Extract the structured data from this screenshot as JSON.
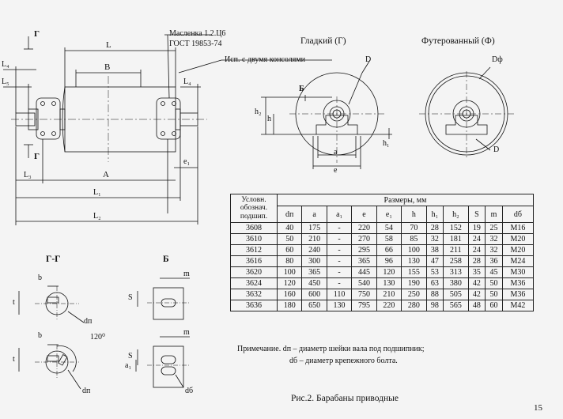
{
  "section_marks": {
    "g_top": "Г",
    "g_bottom": "Г",
    "b_view": "Б"
  },
  "annotations": {
    "oiler_line1": "Масленка 1.2.Ц6",
    "oiler_line2": "ГОСТ 19853-74",
    "two_consoles": "Исп. с двумя консолями"
  },
  "dims": {
    "L": "L",
    "B": "B",
    "L4_left": "L₄",
    "L5": "L₅",
    "L4_right": "L₄",
    "e1": "e₁",
    "L3": "L₃",
    "A": "A",
    "L1": "L₁",
    "L2": "L₂",
    "D_smooth": "D",
    "h2": "h₂",
    "h": "h",
    "h1": "h₁",
    "a": "a",
    "e": "e",
    "Df": "Dф",
    "D_lined": "D",
    "b1": "b",
    "t1": "t",
    "dp1": "dп",
    "b2": "b",
    "t2": "t",
    "angle": "120⁰",
    "dp2": "dп",
    "S1": "S",
    "m1": "m",
    "S2": "S",
    "m2": "m",
    "a1": "a₁",
    "db": "dб"
  },
  "views": {
    "smooth": "Гладкий (Г)",
    "lined": "Футерованный (Ф)",
    "section_gg": "Г-Г",
    "section_b": "Б",
    "b_on_view": "Б"
  },
  "table": {
    "cond_header": [
      "Условн.",
      "обознач.",
      "подшип."
    ],
    "sizes_header": "Размеры, мм",
    "columns": [
      "dп",
      "a",
      "a₁",
      "e",
      "e₁",
      "h",
      "h₁",
      "h₂",
      "S",
      "m",
      "dб"
    ],
    "rows": [
      [
        "3608",
        "40",
        "175",
        "-",
        "220",
        "54",
        "70",
        "28",
        "152",
        "19",
        "25",
        "M16"
      ],
      [
        "3610",
        "50",
        "210",
        "-",
        "270",
        "58",
        "85",
        "32",
        "181",
        "24",
        "32",
        "M20"
      ],
      [
        "3612",
        "60",
        "240",
        "-",
        "295",
        "66",
        "100",
        "38",
        "211",
        "24",
        "32",
        "M20"
      ],
      [
        "3616",
        "80",
        "300",
        "-",
        "365",
        "96",
        "130",
        "47",
        "258",
        "28",
        "36",
        "M24"
      ],
      [
        "3620",
        "100",
        "365",
        "-",
        "445",
        "120",
        "155",
        "53",
        "313",
        "35",
        "45",
        "M30"
      ],
      [
        "3624",
        "120",
        "450",
        "-",
        "540",
        "130",
        "190",
        "63",
        "380",
        "42",
        "50",
        "M36"
      ],
      [
        "3632",
        "160",
        "600",
        "110",
        "750",
        "210",
        "250",
        "88",
        "505",
        "42",
        "50",
        "M36"
      ],
      [
        "3636",
        "180",
        "650",
        "130",
        "795",
        "220",
        "280",
        "98",
        "565",
        "48",
        "60",
        "M42"
      ]
    ]
  },
  "note": {
    "line1": "Примечание. dп – диаметр шейки вала под подшипник;",
    "line2": "dб – диаметр крепежного болта."
  },
  "caption": "Рис.2. Барабаны приводные",
  "page_number": "15"
}
